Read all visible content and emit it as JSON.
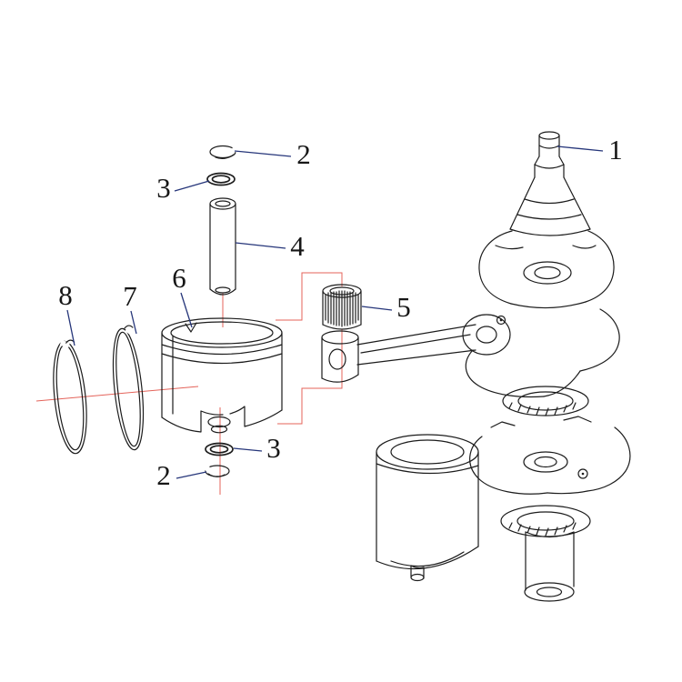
{
  "colors": {
    "background": "#ffffff",
    "line_art": "#1c1c1c",
    "leader_line": "#26367a",
    "construction_line": "#e4635a",
    "label_text": "#161616"
  },
  "callouts": [
    {
      "label": "1"
    },
    {
      "label": "2"
    },
    {
      "label": "3"
    },
    {
      "label": "4"
    },
    {
      "label": "5"
    },
    {
      "label": "6"
    },
    {
      "label": "7"
    },
    {
      "label": "8"
    },
    {
      "label": "3"
    },
    {
      "label": "2"
    }
  ]
}
